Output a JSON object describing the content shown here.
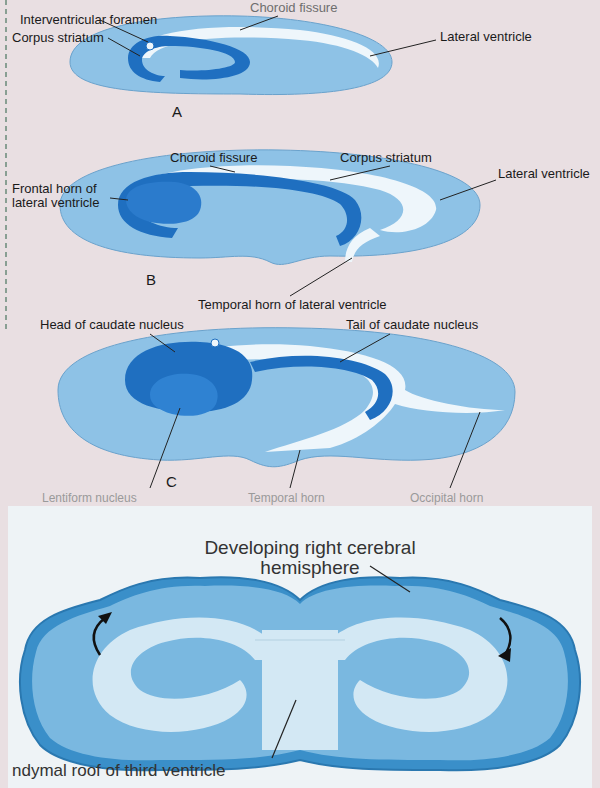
{
  "diagram": {
    "labels": [
      "Interventricular foramen",
      "Choroid fissure",
      "Lateral ventricle",
      "Corpus striatum",
      "A",
      "Choroid fissure",
      "Corpus striatum",
      "Frontal horn of lateral ventricle",
      "Lateral ventricle",
      "B",
      "Temporal horn of lateral ventricle",
      "Head of caudate nucleus",
      "Tail of caudate nucleus",
      "C",
      "Lentiform nucleus",
      "Temporal horn",
      "Occipital horn",
      "Developing right cerebral hemisphere",
      "ndymal roof of third ventricle"
    ]
  }
}
